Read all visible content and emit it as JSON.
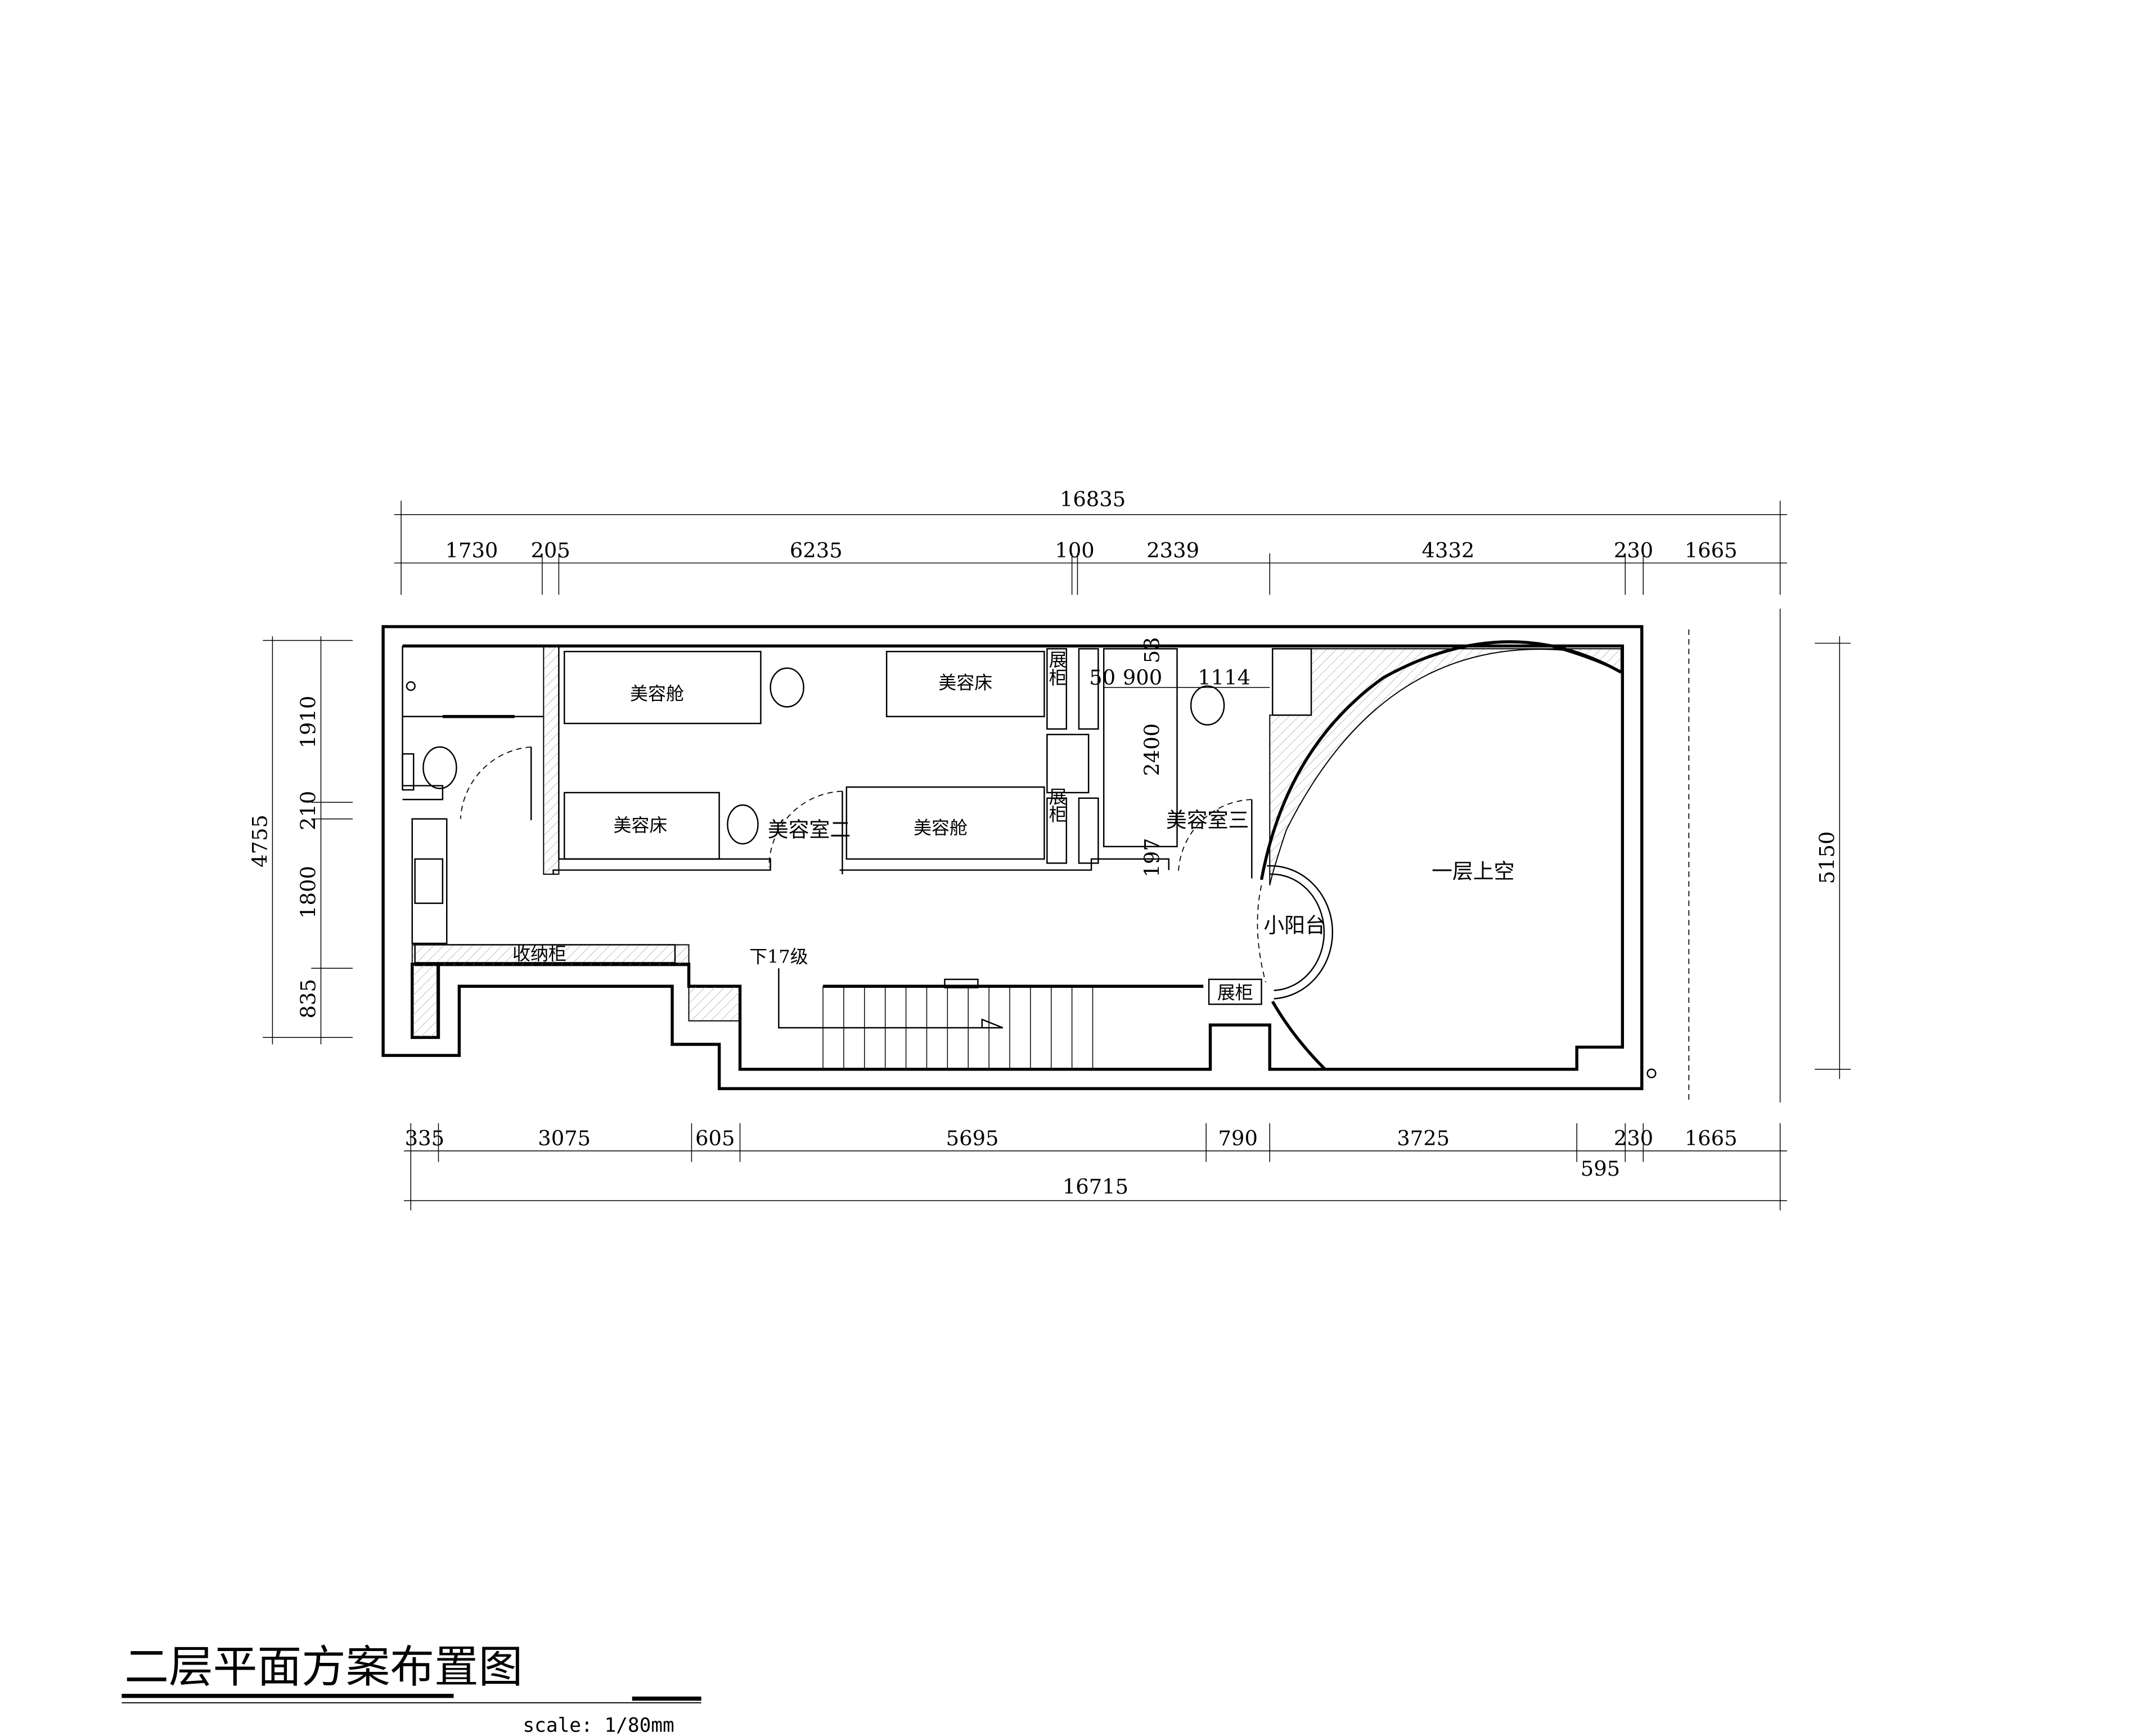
{
  "title": "二层平面方案布置图",
  "scale": "scale: 1/80mm",
  "rooms": {
    "beauty_capsule_1": "美容舱",
    "beauty_bed_1": "美容床",
    "beauty_bed_2": "美容床",
    "beauty_capsule_2": "美容舱",
    "room_2": "美容室二",
    "room_3": "美容室三",
    "display_cabinet_1": "展柜",
    "display_cabinet_2": "展柜",
    "display_cabinet_3": "展柜",
    "storage_cabinet": "收纳柜",
    "stairs_down": "下17级",
    "small_balcony": "小阳台",
    "void_above_first_floor": "一层上空"
  },
  "dimensions": {
    "top_total": "16835",
    "top_segments": [
      "1730",
      "205",
      "6235",
      "100",
      "2339",
      "4332",
      "230",
      "1665"
    ],
    "bottom_segments": [
      "335",
      "3075",
      "605",
      "5695",
      "790",
      "3725",
      "230",
      "1665"
    ],
    "bottom_extra": "595",
    "bottom_total": "16715",
    "left_segments": [
      "1910",
      "210",
      "1800",
      "835"
    ],
    "left_total": "4755",
    "right_total": "5150",
    "inner": [
      "50",
      "900",
      "1114",
      "2400",
      "53",
      "197"
    ]
  }
}
